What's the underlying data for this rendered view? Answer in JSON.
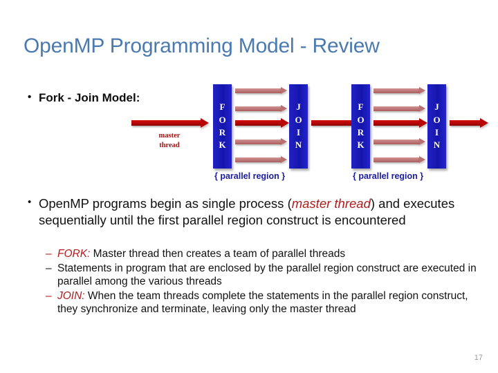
{
  "slide": {
    "title": "OpenMP Programming Model - Review",
    "page_number": "17",
    "title_color": "#4a7ab0",
    "accent_red": "#b01a1a",
    "bar_blue": "#1515ad"
  },
  "bullets": {
    "fork_join_heading": "Fork - Join Model:",
    "paragraph": {
      "part1": "OpenMP programs begin as single process (",
      "emphasis": "master thread",
      "part2": ") and executes sequentially until the first parallel region construct is encountered"
    },
    "sub_items": [
      {
        "dash": "–",
        "dash_red": true,
        "keyword": "FORK:",
        "text": "  Master thread then creates a team of parallel threads"
      },
      {
        "dash": "–",
        "dash_red": false,
        "keyword": "",
        "text": "Statements in program that are enclosed by the parallel region construct are executed in parallel among the various threads"
      },
      {
        "dash": "–",
        "dash_red": true,
        "keyword": "JOIN:",
        "text": "  When the team threads complete the statements in the parallel region construct, they synchronize and terminate, leaving only the master thread"
      }
    ]
  },
  "diagram": {
    "master_thread_label_line1": "master",
    "master_thread_label_line2": "thread",
    "region_label": "{ parallel region }",
    "fork_letters": [
      "F",
      "O",
      "R",
      "K"
    ],
    "join_letters": [
      "J",
      "O",
      "I",
      "N"
    ],
    "bar1_label": "FORK",
    "bar2_label": "JOIN",
    "bar3_label": "FORK",
    "bar4_label": "JOIN",
    "parallel_arrow_count": 5,
    "highlighted_arrow_index": 2
  }
}
